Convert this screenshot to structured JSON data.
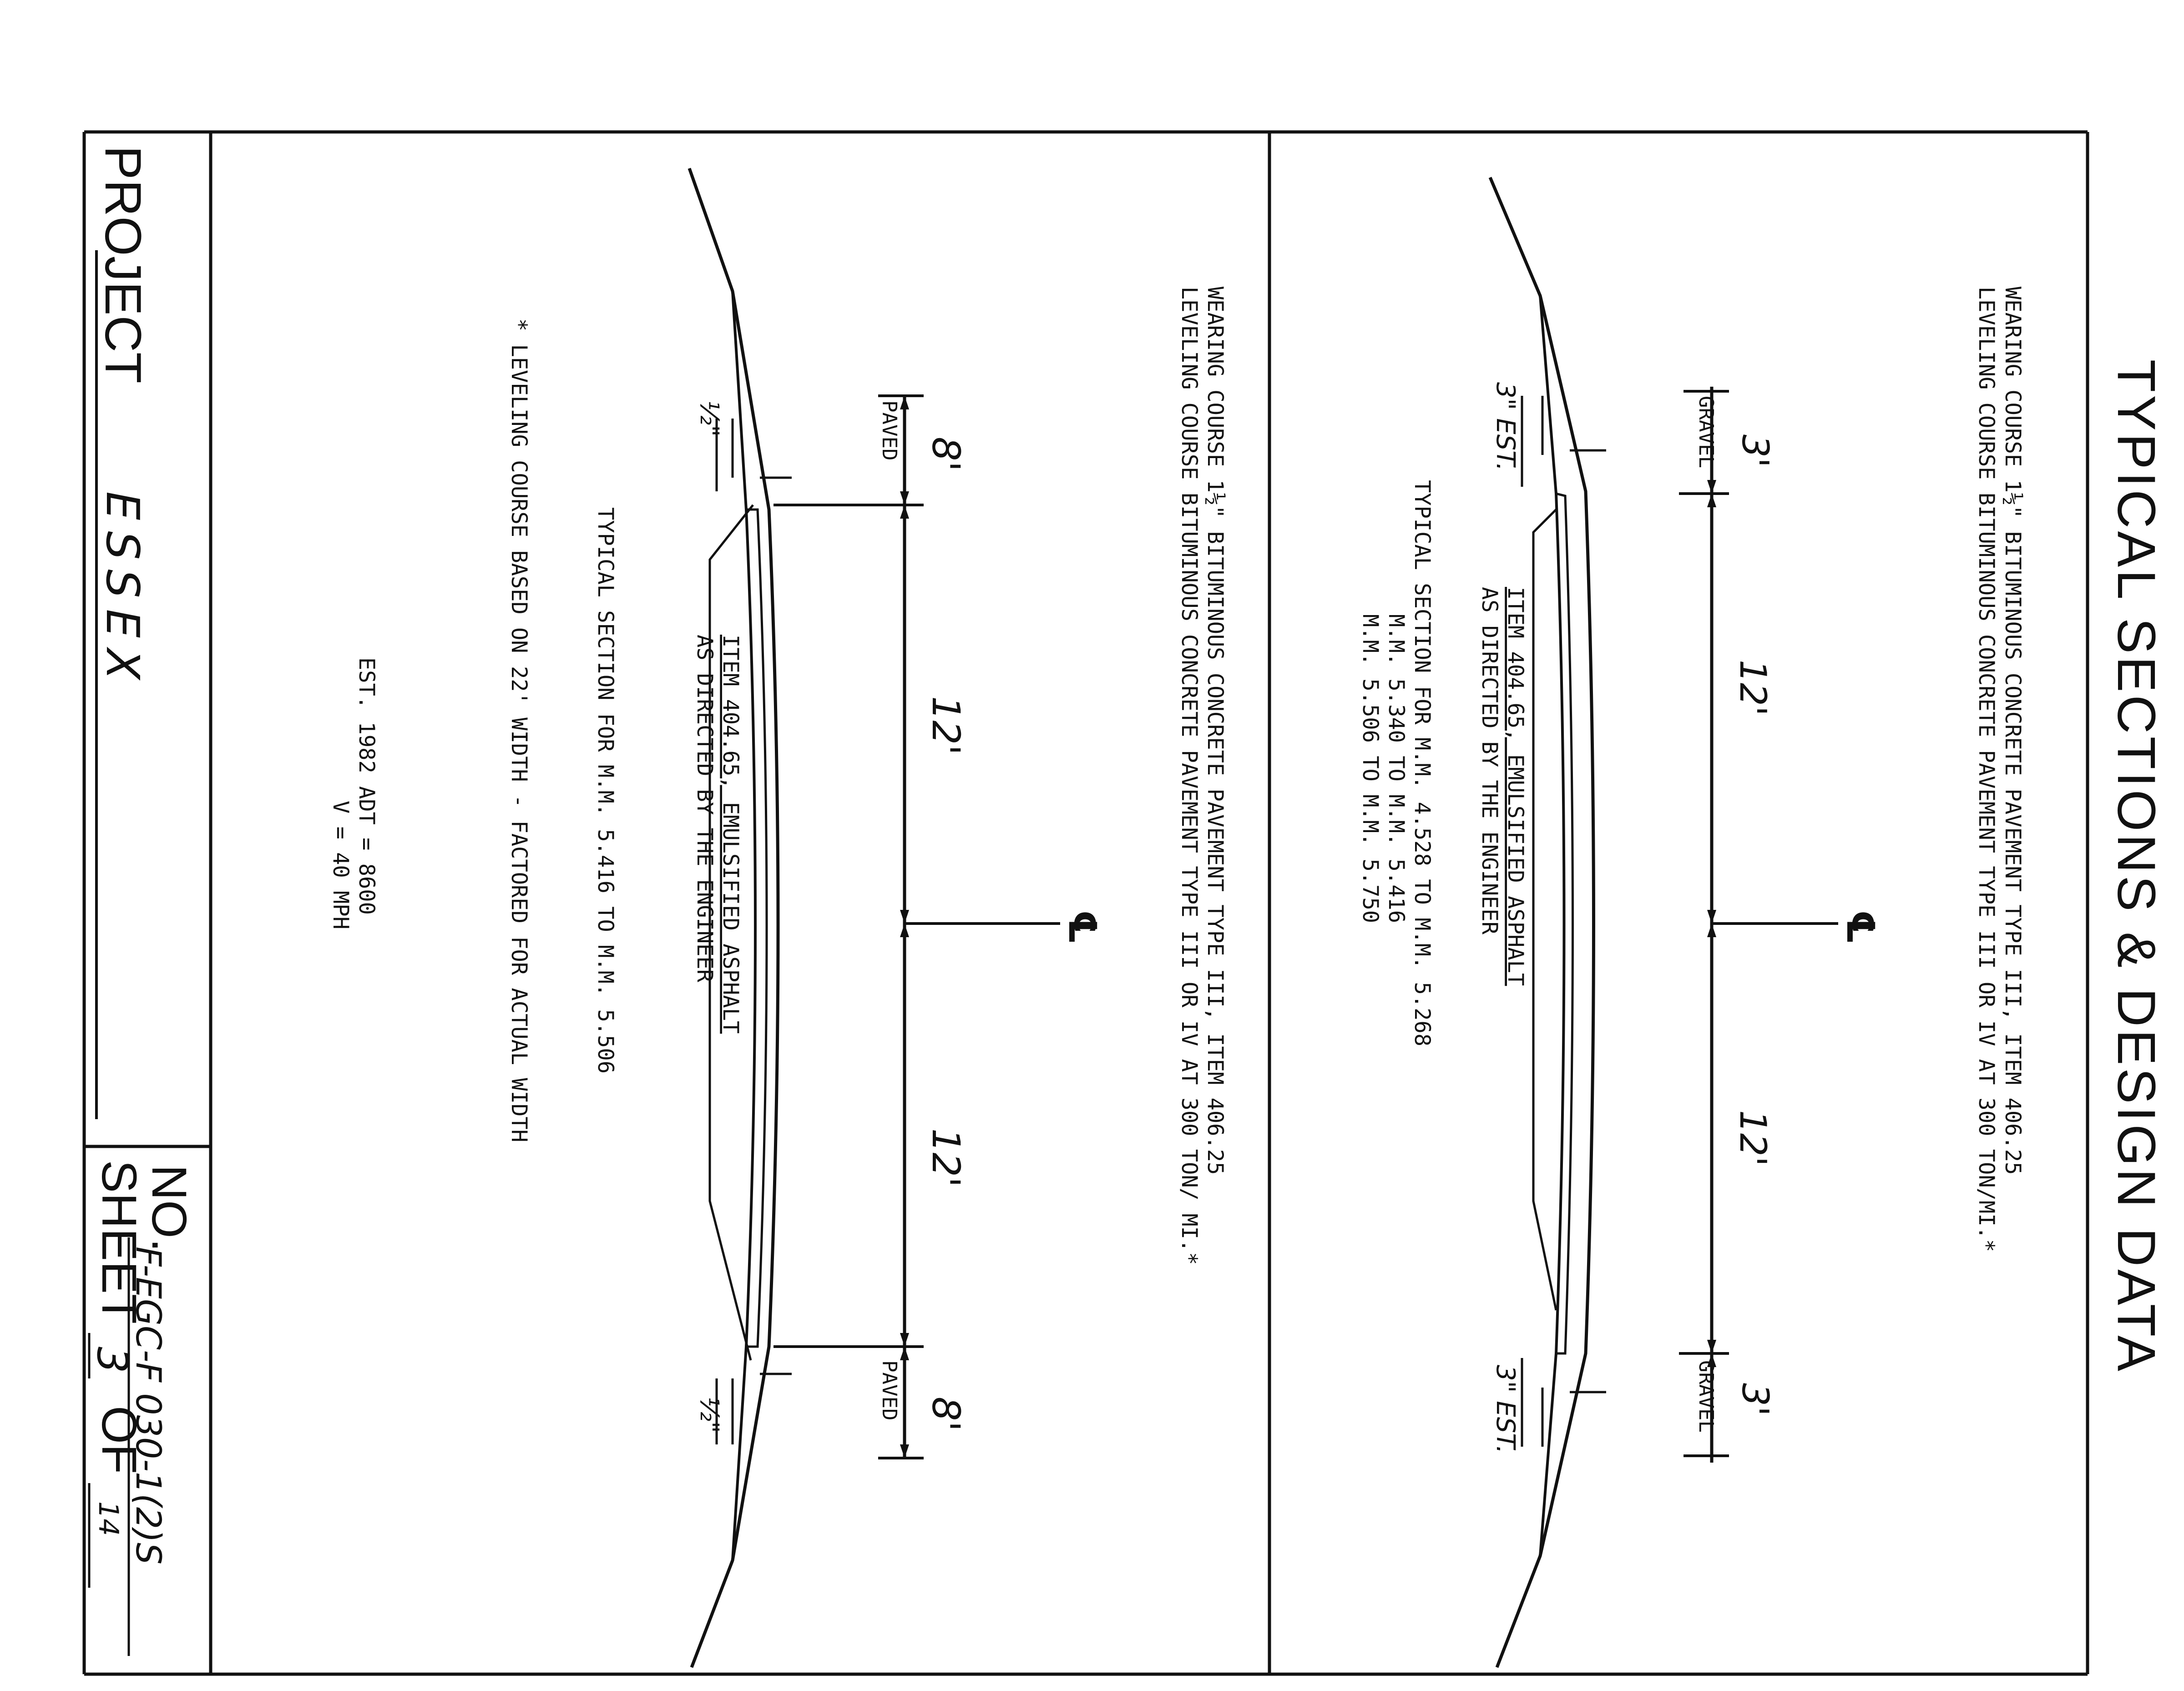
{
  "title": "TYPICAL SECTIONS & DESIGN DATA",
  "section_top": {
    "note_line1": "WEARING COURSE 1½\" BITUMINOUS CONCRETE PAVEMENT TYPE III, ITEM 406.25",
    "note_line2": "LEVELING COURSE BITUMINOUS CONCRETE PAVEMENT TYPE III OR IV AT 300 TON/MI.*",
    "dim_shoulder_left": "3'",
    "dim_lane_left": "12'",
    "dim_lane_right": "12'",
    "dim_shoulder_right": "3'",
    "shoulder_label_left": "GRAVEL",
    "shoulder_label_right": "GRAVEL",
    "depth_left": "3\" EST.",
    "depth_right": "3\" EST.",
    "item_line1": "ITEM 404.65, EMULSIFIED ASPHALT",
    "item_line2": "AS DIRECTED BY THE ENGINEER",
    "caption_line1": "TYPICAL SECTION FOR M.M. 4.528 TO M.M. 5.268",
    "caption_line2": "M.M. 5.340 TO M.M. 5.416",
    "caption_line3": "M.M. 5.506 TO M.M. 5.750",
    "centerline": "℄"
  },
  "section_bottom": {
    "note_line1": "WEARING COURSE 1½\" BITUMINOUS CONCRETE PAVEMENT TYPE III, ITEM 406.25",
    "note_line2": "LEVELING COURSE BITUMINOUS CONCRETE PAVEMENT TYPE III OR IV AT 300 TON/ MI.*",
    "dim_shoulder_left": "8'",
    "dim_lane_left": "12'",
    "dim_lane_right": "12'",
    "dim_shoulder_right": "8'",
    "shoulder_label_left": "PAVED",
    "shoulder_label_right": "PAVED",
    "depth_left": "½\"",
    "depth_right": "½\"",
    "item_line1": "ITEM 404.65, EMULSIFIED ASPHALT",
    "item_line2": "AS DIRECTED BY THE ENGINEER",
    "caption": "TYPICAL SECTION FOR M.M. 5.416 TO M.M. 5.506",
    "centerline": "℄"
  },
  "footnote": "* LEVELING COURSE BASED ON 22' WIDTH - FACTORED FOR ACTUAL WIDTH",
  "design_data": {
    "adt": "EST. 1982 ADT = 8600",
    "speed": "V = 40 MPH"
  },
  "title_block": {
    "project_label": "PROJECT",
    "project_value": "ESSEX",
    "no_label": "NO.",
    "no_value": "F-EGC-F 030-1(2)S",
    "sheet_label": "SHEET",
    "sheet_number": "3",
    "of_label": "OF",
    "sheet_total": "14"
  }
}
